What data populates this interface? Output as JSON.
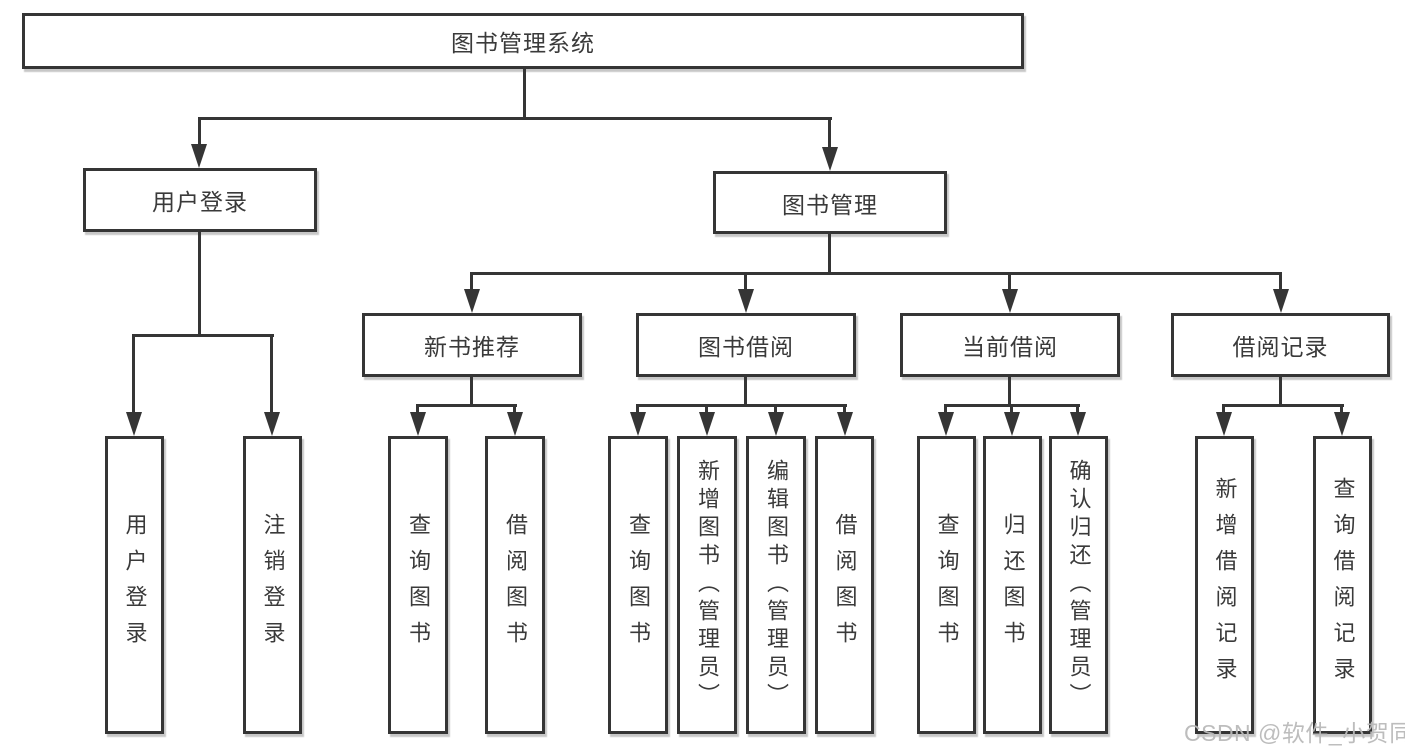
{
  "diagram": {
    "type": "hierarchy-tree",
    "title": "图书管理系统",
    "colors": {
      "line": "#353535",
      "box_border": "#353535",
      "box_fill": "#ffffff",
      "text": "#3a3a3a",
      "watermark": "#b9b9b9"
    },
    "nodes": {
      "root": "图书管理系统",
      "user_login": "用户登录",
      "book_mgmt": "图书管理",
      "new_book_rec": "新书推荐",
      "book_borrow": "图书借阅",
      "current_borrow": "当前借阅",
      "borrow_records": "借阅记录",
      "ul_login": "用户登录",
      "ul_logout": "注销登录",
      "nbr_query": "查询图书",
      "nbr_borrow": "借阅图书",
      "bb_query": "查询图书",
      "bb_add": "新增图书（管理员）",
      "bb_edit": "编辑图书（管理员）",
      "bb_borrow": "借阅图书",
      "cb_query": "查询图书",
      "cb_return": "归还图书",
      "cb_confirm": "确认归还（管理员）",
      "br_add": "新增借阅记录",
      "br_query": "查询借阅记录"
    },
    "hierarchy": {
      "图书管理系统": [
        "用户登录",
        "图书管理"
      ],
      "用户登录": [
        "用户登录",
        "注销登录"
      ],
      "图书管理": [
        "新书推荐",
        "图书借阅",
        "当前借阅",
        "借阅记录"
      ],
      "新书推荐": [
        "查询图书",
        "借阅图书"
      ],
      "图书借阅": [
        "查询图书",
        "新增图书（管理员）",
        "编辑图书（管理员）",
        "借阅图书"
      ],
      "当前借阅": [
        "查询图书",
        "归还图书",
        "确认归还（管理员）"
      ],
      "借阅记录": [
        "新增借阅记录",
        "查询借阅记录"
      ]
    }
  },
  "watermark": {
    "text": "CSDN @软件_小贺同学"
  }
}
